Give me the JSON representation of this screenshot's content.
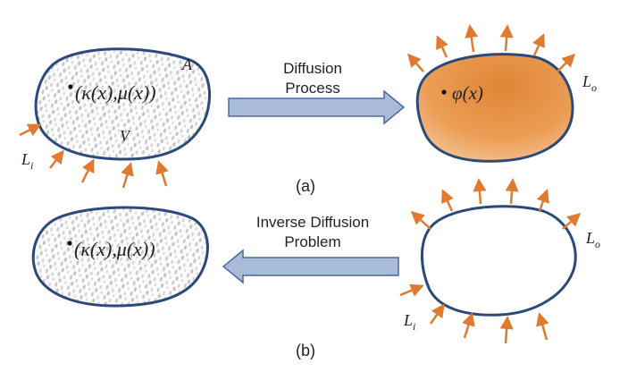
{
  "panel_a": {
    "caption": "(a)",
    "domain_label": "A",
    "volume_label": "V",
    "params_label": "(κ(x),μ(x))",
    "process_line1": "Diffusion",
    "process_line2": "Process",
    "output_field_label": "φ(x)",
    "inflow_label_main": "L",
    "inflow_label_sub": "i",
    "outflow_label_main": "L",
    "outflow_label_sub": "o"
  },
  "panel_b": {
    "caption": "(b)",
    "params_label": "(κ(x),μ(x))",
    "problem_line1": "Inverse Diffusion",
    "problem_line2": "Problem",
    "inflow_label_main": "L",
    "inflow_label_sub": "i",
    "outflow_label_main": "L",
    "outflow_label_sub": "o"
  },
  "colors": {
    "boundary": "#2b4a7a",
    "arrow_orange": "#e07a30",
    "process_arrow_fill": "#a9bbd8",
    "process_arrow_stroke": "#4a6a9a",
    "field_gradient_top": "#e38a3a",
    "field_gradient_bottom": "#f5c191"
  }
}
